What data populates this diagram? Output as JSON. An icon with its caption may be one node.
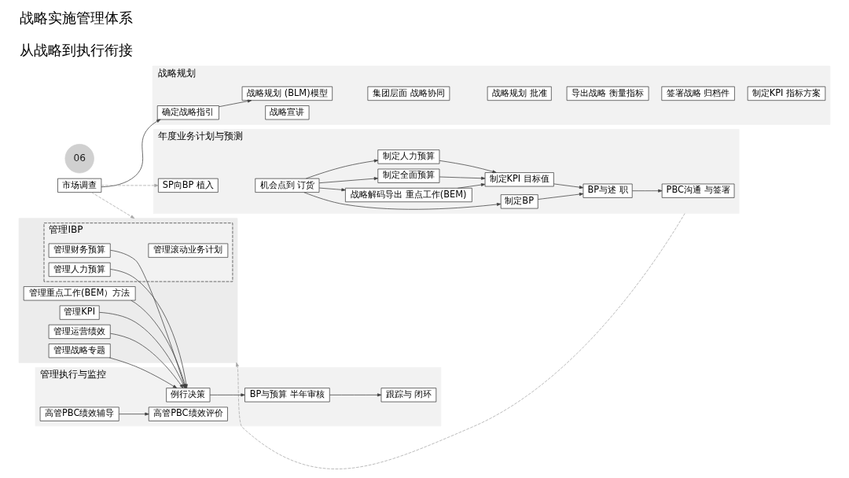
{
  "diagram": {
    "title": "战略实施管理体系",
    "caption": "从战略到执行衔接",
    "nodes": [
      {
        "text": [
          "市场调查"
        ]
      },
      {
        "text": [
          "战略规划"
        ]
      },
      {
        "text": [
          "确定战略指引"
        ],
        "in": 1
      },
      {
        "text": [
          "战略宣讲"
        ],
        "in": 1
      },
      {
        "text": [
          "战略规划 (BLM)模型"
        ],
        "in": 1
      },
      {
        "text": [
          "集团层面 战略协同"
        ],
        "in": 1
      },
      {
        "text": [
          "战略规划 批准"
        ],
        "in": 1
      },
      {
        "text": [
          "导出战略 衡量指标"
        ],
        "in": 1
      },
      {
        "text": [
          "签署战略 归档件"
        ],
        "in": 1
      },
      {
        "text": [
          "制定KPI 指标方案"
        ],
        "in": 1
      },
      {
        "text": [
          "年度业务计划与预测"
        ]
      },
      {
        "text": [
          "SP向BP 植入"
        ],
        "in": 10
      },
      {
        "text": [
          "机会点到 订货"
        ],
        "in": 10
      },
      {
        "text": [
          "制定BP"
        ],
        "in": 10
      },
      {
        "text": [
          "战略解码导出 重点工作(BEM)"
        ],
        "in": 10
      },
      {
        "text": [
          "制定全面预算"
        ],
        "in": 10
      },
      {
        "text": [
          "制定人力预算"
        ],
        "in": 10
      },
      {
        "text": [
          "制定KPI 目标值"
        ],
        "in": 10
      },
      {
        "text": [
          "BP与述 职"
        ],
        "in": 10
      },
      {
        "text": [
          "PBC沟通 与签署"
        ],
        "in": 10
      },
      {
        "text": [],
        "shape": "box"
      },
      {
        "text": [
          "管理IBP"
        ],
        "in": 20
      },
      {
        "text": [
          "管理滚动业务计划"
        ],
        "in": 21
      },
      {
        "text": [
          "管理财务预算"
        ],
        "in": 21
      },
      {
        "text": [
          "管理人力预算"
        ],
        "in": 21
      },
      {
        "text": [
          "管理重点工作(BEM）方法"
        ],
        "in": 20
      },
      {
        "text": [
          "管理KPI"
        ],
        "in": 20
      },
      {
        "text": [
          "管理运营绩效"
        ],
        "in": 20
      },
      {
        "text": [
          "管理战略专题"
        ],
        "in": 20
      },
      {
        "text": [
          "管理执行与监控"
        ]
      },
      {
        "text": [
          "例行决策"
        ],
        "in": 29
      },
      {
        "text": [
          "BP与预算 半年审核"
        ],
        "in": 29
      },
      {
        "text": [
          "跟踪与 闭环"
        ],
        "in": 29
      },
      {
        "text": [
          "高管PBC绩效辅导"
        ],
        "in": 29
      },
      {
        "text": [
          "高管PBC绩效评价"
        ],
        "in": 29
      }
    ],
    "edges": [
      {
        "from": 0,
        "to": 2,
        "arrow": "to"
      },
      {
        "from": 2,
        "to": 4,
        "arrow": "to"
      },
      {
        "from": 0,
        "to": 11,
        "arrow": "to",
        "style": "dashed",
        "color": "#a6a6a6"
      },
      {
        "from": 0,
        "to": 20,
        "arrow": "to",
        "style": "dashed",
        "color": "#a6a6a6"
      },
      {
        "from": 10,
        "to": 20,
        "arrow": "to",
        "style": "dashed",
        "color": "#a6a6a6"
      },
      {
        "from": 12,
        "to": 13,
        "arrow": "to"
      },
      {
        "from": 12,
        "to": 14,
        "arrow": "to"
      },
      {
        "from": 12,
        "to": 15,
        "arrow": "to"
      },
      {
        "from": 12,
        "to": 16,
        "arrow": "to"
      },
      {
        "from": 13,
        "to": 18,
        "arrow": "to"
      },
      {
        "from": 14,
        "to": 17,
        "arrow": "to"
      },
      {
        "from": 15,
        "to": 17,
        "arrow": "to"
      },
      {
        "from": 16,
        "to": 17,
        "arrow": "to"
      },
      {
        "from": 17,
        "to": 18,
        "arrow": "to"
      },
      {
        "from": 18,
        "to": 19,
        "arrow": "to"
      },
      {
        "from": 23,
        "to": 30,
        "arrow": "to"
      },
      {
        "from": 24,
        "to": 30,
        "arrow": "to"
      },
      {
        "from": 25,
        "to": 30,
        "arrow": "to"
      },
      {
        "from": 26,
        "to": 30,
        "arrow": "to"
      },
      {
        "from": 27,
        "to": 30,
        "arrow": "to"
      },
      {
        "from": 28,
        "to": 30,
        "arrow": "to"
      },
      {
        "from": 30,
        "to": 31,
        "arrow": "to"
      },
      {
        "from": 31,
        "to": 32,
        "arrow": "to"
      },
      {
        "from": 33,
        "to": 34,
        "arrow": "to"
      }
    ],
    "labels": [
      "06"
    ]
  }
}
